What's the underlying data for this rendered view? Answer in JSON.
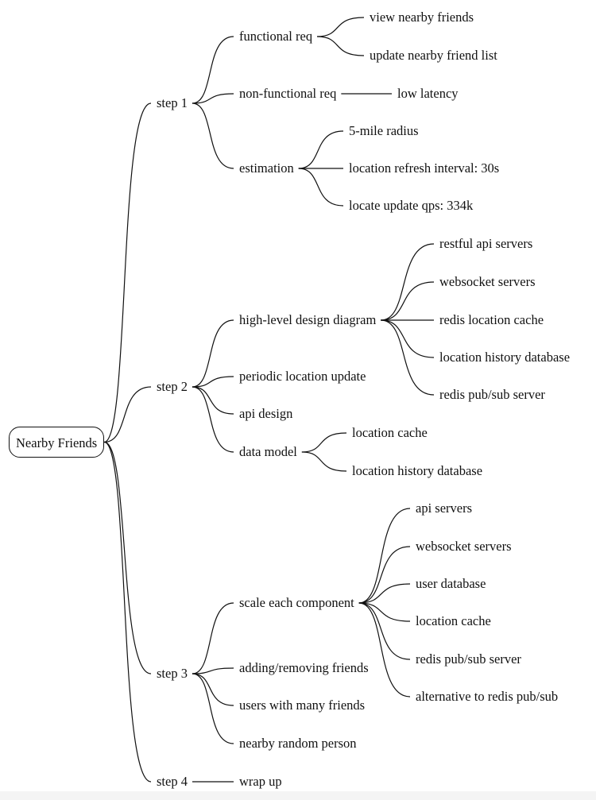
{
  "root": "Nearby Friends",
  "step1": {
    "label": "step 1",
    "functional": {
      "label": "functional req",
      "children": [
        "view nearby friends",
        "update nearby friend list"
      ]
    },
    "nonfunctional": {
      "label": "non-functional req",
      "children": [
        "low latency"
      ]
    },
    "estimation": {
      "label": "estimation",
      "children": [
        "5-mile radius",
        "location refresh interval: 30s",
        "locate update qps: 334k"
      ]
    }
  },
  "step2": {
    "label": "step 2",
    "hld": {
      "label": "high-level design diagram",
      "children": [
        "restful api servers",
        "websocket servers",
        "redis location cache",
        "location history database",
        "redis pub/sub server"
      ]
    },
    "periodic": "periodic location update",
    "api": "api design",
    "datamodel": {
      "label": "data model",
      "children": [
        "location cache",
        "location history database"
      ]
    }
  },
  "step3": {
    "label": "step 3",
    "scale": {
      "label": "scale each component",
      "children": [
        "api servers",
        "websocket servers",
        "user database",
        "location cache",
        "redis pub/sub server",
        "alternative to redis pub/sub"
      ]
    },
    "adding": "adding/removing friends",
    "many": "users with many friends",
    "random": "nearby random person"
  },
  "step4": {
    "label": "step 4",
    "children": [
      "wrap up"
    ]
  }
}
